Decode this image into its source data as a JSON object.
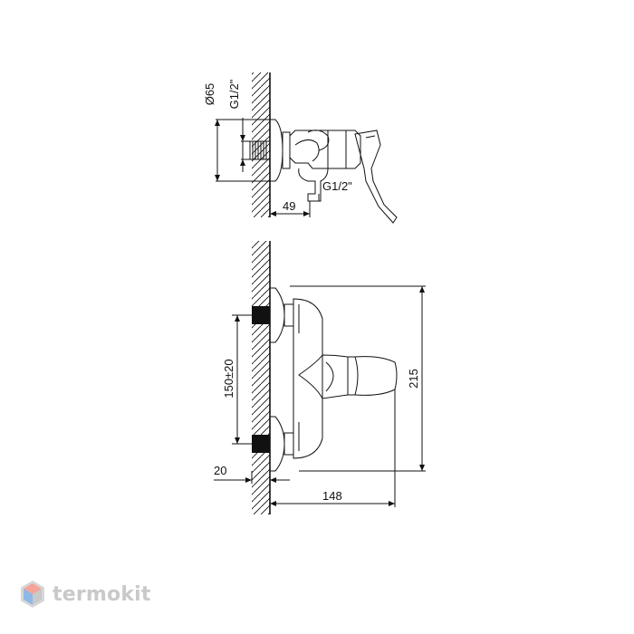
{
  "dimensions": {
    "top_diameter": "Ø65",
    "top_thread_wall": "G1/2\"",
    "top_thread_outlet": "G1/2\"",
    "top_depth": "49",
    "front_spacing": "150±20",
    "front_height": "215",
    "front_wall_offset": "20",
    "front_width": "148"
  },
  "brand": {
    "name": "termokit",
    "logo_colors": [
      "#f5a49a",
      "#8fb8e6",
      "#c9c9c9"
    ]
  }
}
